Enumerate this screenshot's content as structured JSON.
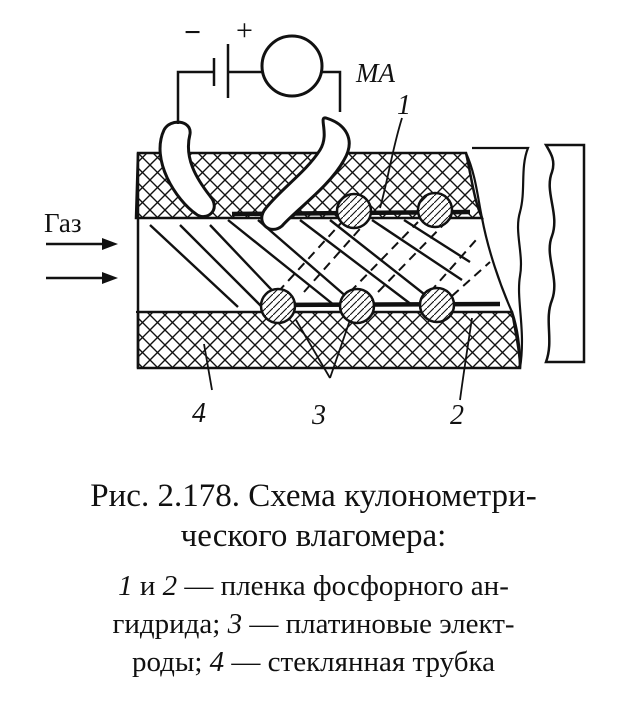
{
  "diagram": {
    "meter_label": "MA",
    "minus_sign": "−",
    "plus_sign": "+",
    "gas_label": "Газ",
    "callouts": [
      "1",
      "2",
      "3",
      "4"
    ]
  },
  "caption": {
    "line1": "Рис. 2.178. Схема кулонометри-",
    "line2": "ческого влагомера:"
  },
  "legend": {
    "l1_n1": "1",
    "l1_and": " и ",
    "l1_n2": "2",
    "l1_dash1": " — пленка фосфорного ан-",
    "l2_a": "гидрида; ",
    "l2_n3": "3",
    "l2_b": " — платиновые элект-",
    "l3_a": "роды; ",
    "l3_n4": "4",
    "l3_b": " — стеклянная трубка"
  },
  "colors": {
    "ink": "#111111",
    "background": "#ffffff"
  }
}
